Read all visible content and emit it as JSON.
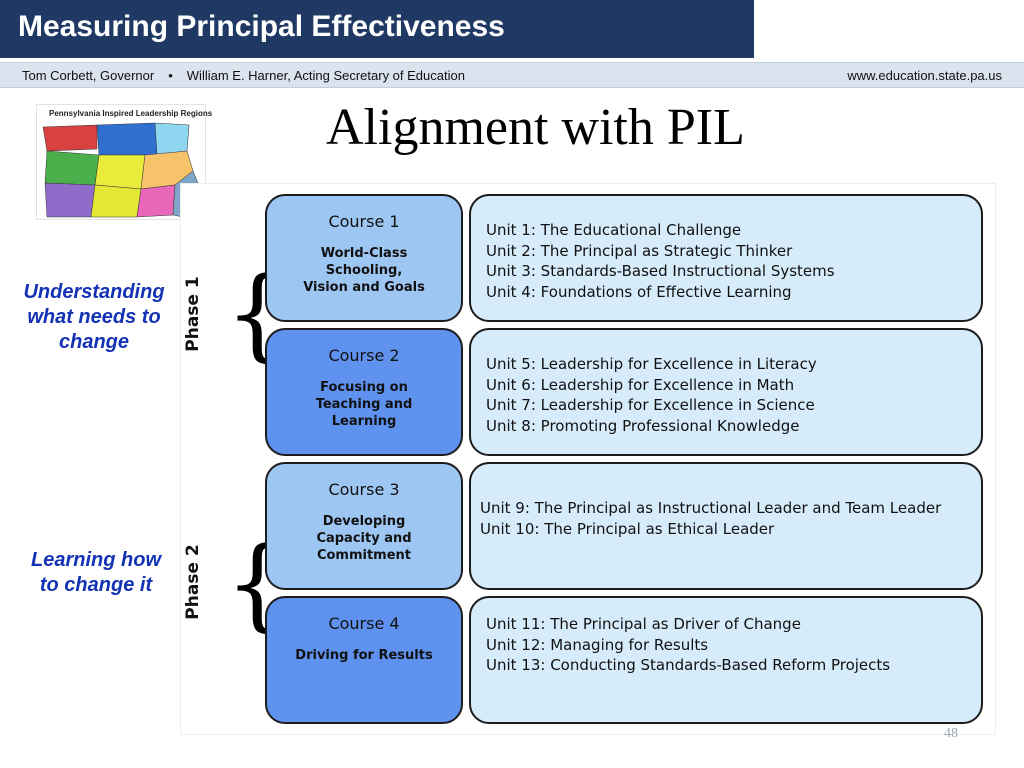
{
  "header": {
    "title": "Measuring Principal Effectiveness",
    "governor": "Tom Corbett, Governor",
    "separator": "•",
    "secretary": "William E. Harner, Acting Secretary of Education",
    "website": "www.education.state.pa.us"
  },
  "map": {
    "title": "Pennsylvania Inspired Leadership Regions"
  },
  "slide": {
    "heading": "Alignment with PIL",
    "page_number": "48"
  },
  "side_notes": {
    "phase1": [
      "Understanding",
      "what needs to",
      "change"
    ],
    "phase2": [
      "Learning how",
      "to change it"
    ]
  },
  "diagram": {
    "phases": [
      {
        "label": "Phase 1",
        "brace": "{"
      },
      {
        "label": "Phase 2",
        "brace": "{"
      }
    ],
    "courses": [
      {
        "title": "Course 1",
        "subtitle": [
          "World-Class",
          "Schooling,",
          "Vision and Goals"
        ],
        "units": [
          "Unit 1: The Educational Challenge",
          "Unit 2: The Principal as Strategic Thinker",
          "Unit 3: Standards-Based Instructional Systems",
          "Unit 4: Foundations of Effective Learning"
        ]
      },
      {
        "title": "Course 2",
        "subtitle": [
          "Focusing on",
          "Teaching and",
          "Learning"
        ],
        "units": [
          "Unit 5: Leadership for Excellence in Literacy",
          "Unit 6: Leadership for Excellence in Math",
          "Unit 7: Leadership for Excellence in Science",
          "Unit 8: Promoting Professional Knowledge"
        ]
      },
      {
        "title": "Course 3",
        "subtitle": [
          "Developing",
          "Capacity and",
          "Commitment"
        ],
        "units": [
          "Unit 9:  The Principal as Instructional Leader and Team Leader",
          "Unit 10: The Principal as Ethical Leader"
        ]
      },
      {
        "title": "Course 4",
        "subtitle": [
          "Driving for Results"
        ],
        "units": [
          "Unit 11:  The Principal as Driver of Change",
          "Unit 12:  Managing for Results",
          "Unit 13: Conducting Standards-Based Reform Projects"
        ]
      }
    ]
  },
  "colors": {
    "title_bar": "#1f3864",
    "course_light": "#9ec6f2",
    "course_dark": "#5f91ef",
    "unit_box": "#d7ecfb",
    "side_note": "#1433b4"
  }
}
